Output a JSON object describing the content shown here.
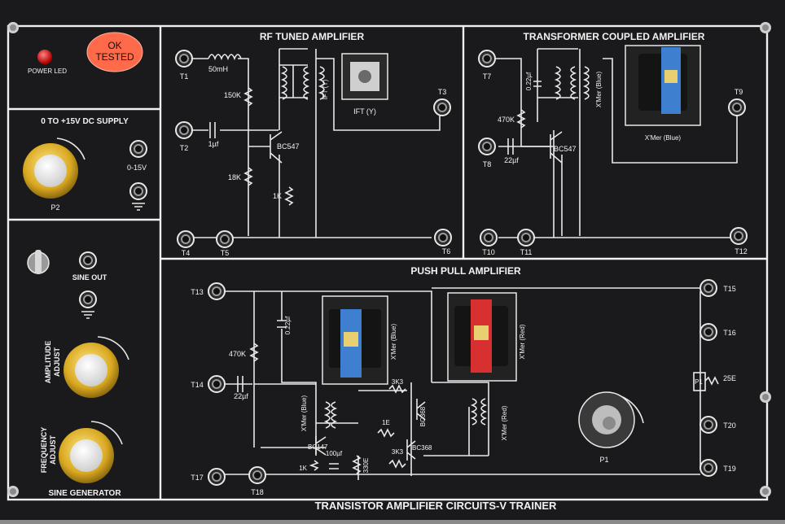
{
  "board_title": "TRANSISTOR AMPLIFIER CIRCUITS-V TRAINER",
  "power_led": "POWER LED",
  "ok_sticker": [
    "OK",
    "TESTED"
  ],
  "dc_supply": {
    "title": "0 TO +15V DC SUPPLY",
    "knob": "P2",
    "range": "0-15V"
  },
  "sine_gen": {
    "title": "SINE GENERATOR",
    "out": "SINE OUT",
    "amplitude": [
      "AMPLITUDE",
      "ADJUST"
    ],
    "frequency": [
      "FREQUENCY",
      "ADJUST"
    ]
  },
  "rf": {
    "title": "RF TUNED AMPLIFIER",
    "inductor": "50mH",
    "r1": "150K",
    "cap": "1µf",
    "r2": "18K",
    "r3": "1K",
    "transistor": "BC547",
    "ift": "IFT (Y)",
    "terminals": [
      "T1",
      "T2",
      "T3",
      "T4",
      "T5",
      "T6"
    ]
  },
  "tc": {
    "title": "TRANSFORMER COUPLED  AMPLIFIER",
    "cap1": "0.22µf",
    "r1": "470K",
    "cap2": "22µf",
    "transistor": "BC547",
    "xmer": "X'Mer (Blue)",
    "terminals": [
      "T7",
      "T8",
      "T9",
      "T10",
      "T11",
      "T12"
    ]
  },
  "pp": {
    "title": "PUSH PULL AMPLIFIER",
    "cap1": "0.22µf",
    "r1": "470K",
    "cap2": "22µf",
    "xmer_blue": "X'Mer (Blue)",
    "xmer_red": "X'Mer (Red)",
    "r3k3a": "3K3",
    "r1e": "1E",
    "r3k3b": "3K3",
    "q1": "BC147",
    "q2": "BC368",
    "q3": "BC368",
    "r1k": "1K",
    "c100": "100µf",
    "r330": "330E",
    "pot": "P1",
    "pot_val": "25E",
    "knob": "P1",
    "terminals": [
      "T13",
      "T14",
      "T15",
      "T16",
      "T17",
      "T18",
      "T19",
      "T20"
    ]
  }
}
